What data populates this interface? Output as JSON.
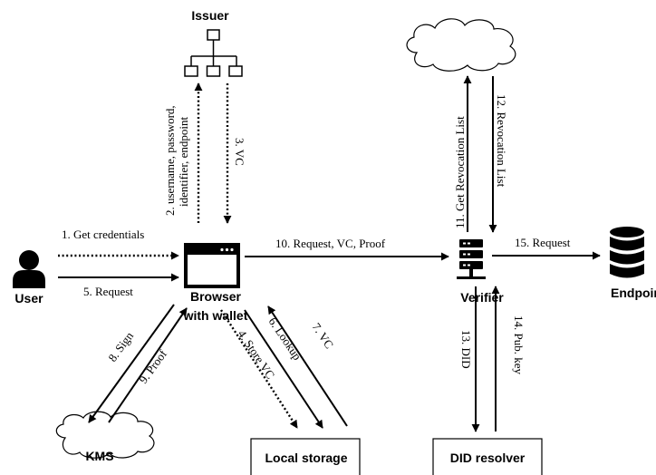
{
  "nodes": {
    "issuer": "Issuer",
    "user": "User",
    "browser_line1": "Browser",
    "browser_line2": "with wallet",
    "verifier": "Verifier",
    "endpoint": "Endpoint",
    "kms": "KMS",
    "local_storage": "Local storage",
    "did_resolver": "DID resolver"
  },
  "edges": {
    "get_credentials": "1. Get credentials",
    "username_line1": "2. username, password,",
    "username_line2": "identifier, endpoint",
    "vc_3": "3. VC",
    "store_vc": "4. Store VC",
    "request_5": "5. Request",
    "lookup": "6. Lookup",
    "vc_7": "7. VC",
    "sign": "8. Sign",
    "proof": "9. Proof",
    "request_vc_proof": "10. Request, VC, Proof",
    "get_revocation_list": "11. Get Revocation List",
    "revocation_list": "12. Revocation List",
    "did": "13. DID",
    "pub_key": "14. Pub. key",
    "request_15": "15. Request"
  },
  "icons": [
    "user-icon",
    "browser-window-icon",
    "hierarchy-icon",
    "server-rack-icon",
    "database-icon",
    "cloud-icon"
  ]
}
